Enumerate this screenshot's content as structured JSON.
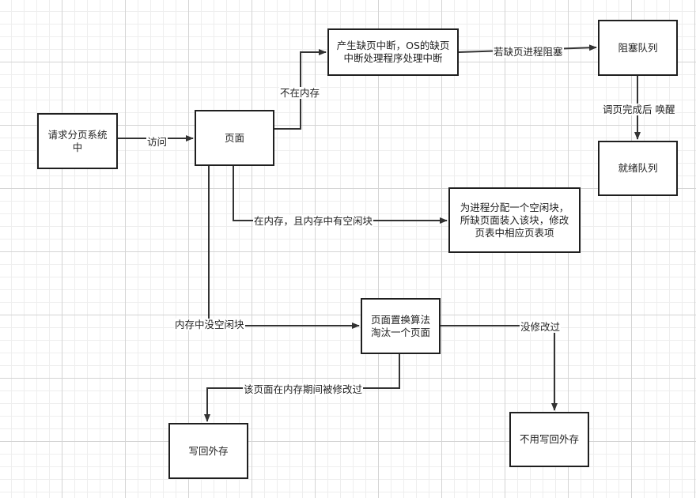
{
  "nodes": {
    "request_paging": "请求分页系统中",
    "page": "页面",
    "page_fault": "产生缺页中断，OS的缺页中断处理程序处理中断",
    "blocked_queue": "阻塞队列",
    "ready_queue": "就绪队列",
    "allocate_block": "为进程分配一个空闲块，所缺页面装入该块，修改页表中相应页表项",
    "replacement": "页面置换算法淘汰一个页面",
    "write_back": "写回外存",
    "no_write_back": "不用写回外存"
  },
  "edges": {
    "access": "访问",
    "not_in_memory": "不在内存",
    "process_blocked": "若缺页进程阻塞",
    "wake_up": "调页完成后 唤醒",
    "in_memory_free": "在内存，且内存中有空闲块",
    "no_free_block": "内存中没空闲块",
    "not_modified": "没修改过",
    "modified": "该页面在内存期间被修改过"
  },
  "colors": {
    "stroke": "#333333",
    "border": "#1f1f1f",
    "grid": "#d4d4d4"
  }
}
